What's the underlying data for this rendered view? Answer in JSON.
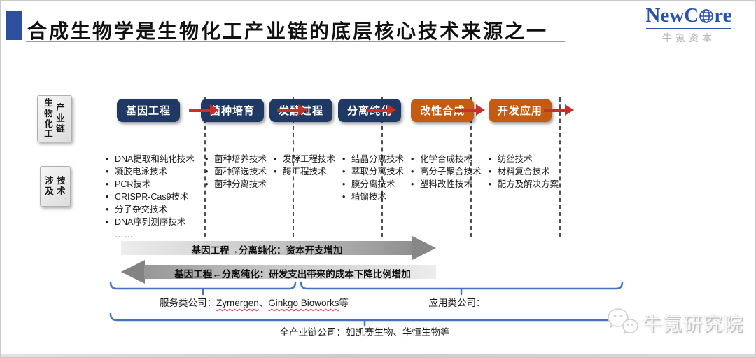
{
  "header": {
    "title": "合成生物学是生物化工产业链的底层核心技术来源之一",
    "logo": {
      "prefix": "NewC",
      "suffix": "re",
      "full_name": "NewCore",
      "subtitle": "牛氪资本"
    }
  },
  "side_labels": {
    "chain": {
      "col1": "生物化工",
      "col2": "产业链"
    },
    "tech": {
      "col1": "涉及",
      "col2": "技术"
    }
  },
  "chain": {
    "stages": [
      {
        "label": "基因工程",
        "color": "#1f3864",
        "techs": [
          "DNA提取和纯化技术",
          "凝胶电泳技术",
          "PCR技术",
          "CRISPR-Cas9技术",
          "分子杂交技术",
          "DNA序列测序技术",
          "……"
        ]
      },
      {
        "label": "菌种培育",
        "color": "#1f3864",
        "techs": [
          "菌种培养技术",
          "菌种筛选技术",
          "菌种分离技术"
        ]
      },
      {
        "label": "发酵过程",
        "color": "#1f3864",
        "techs": [
          "发酵工程技术",
          "酶工程技术"
        ]
      },
      {
        "label": "分离纯化",
        "color": "#1f3864",
        "techs": [
          "结晶分离技术",
          "萃取分离技术",
          "膜分离技术",
          "精馏技术"
        ]
      },
      {
        "label": "改性合成",
        "color": "#c55a11",
        "techs": [
          "化学合成技术",
          "高分子聚合技术",
          "塑料改性技术"
        ]
      },
      {
        "label": "开发应用",
        "color": "#c55a11",
        "techs": [
          "纺丝技术",
          "材料复合技术",
          "配方及解决方案"
        ]
      }
    ]
  },
  "capex_arrows": {
    "right": "基因工程→分离纯化：资本开支增加",
    "left": "基因工程←分离纯化：研发支出带来的成本下降比例增加"
  },
  "braces": {
    "service": {
      "prefix": "服务类公司：",
      "company1": "Zymergen",
      "separator": "、",
      "company2": "Ginkgo Bioworks",
      "suffix": "等"
    },
    "application": {
      "label": "应用类公司："
    },
    "full_chain": {
      "label": "全产业链公司：如凯赛生物、华恒生物等"
    }
  },
  "watermark": {
    "text": "牛氪研究院"
  },
  "icons": {
    "logo_globe": "globe-icon",
    "watermark_icon": "wechat-bubbles-icon"
  },
  "colors": {
    "navy": "#1f3864",
    "orange": "#c55a11",
    "arrow_red": "#c63026",
    "brace_blue": "#4573c4",
    "logo_blue": "#2b52a8"
  }
}
